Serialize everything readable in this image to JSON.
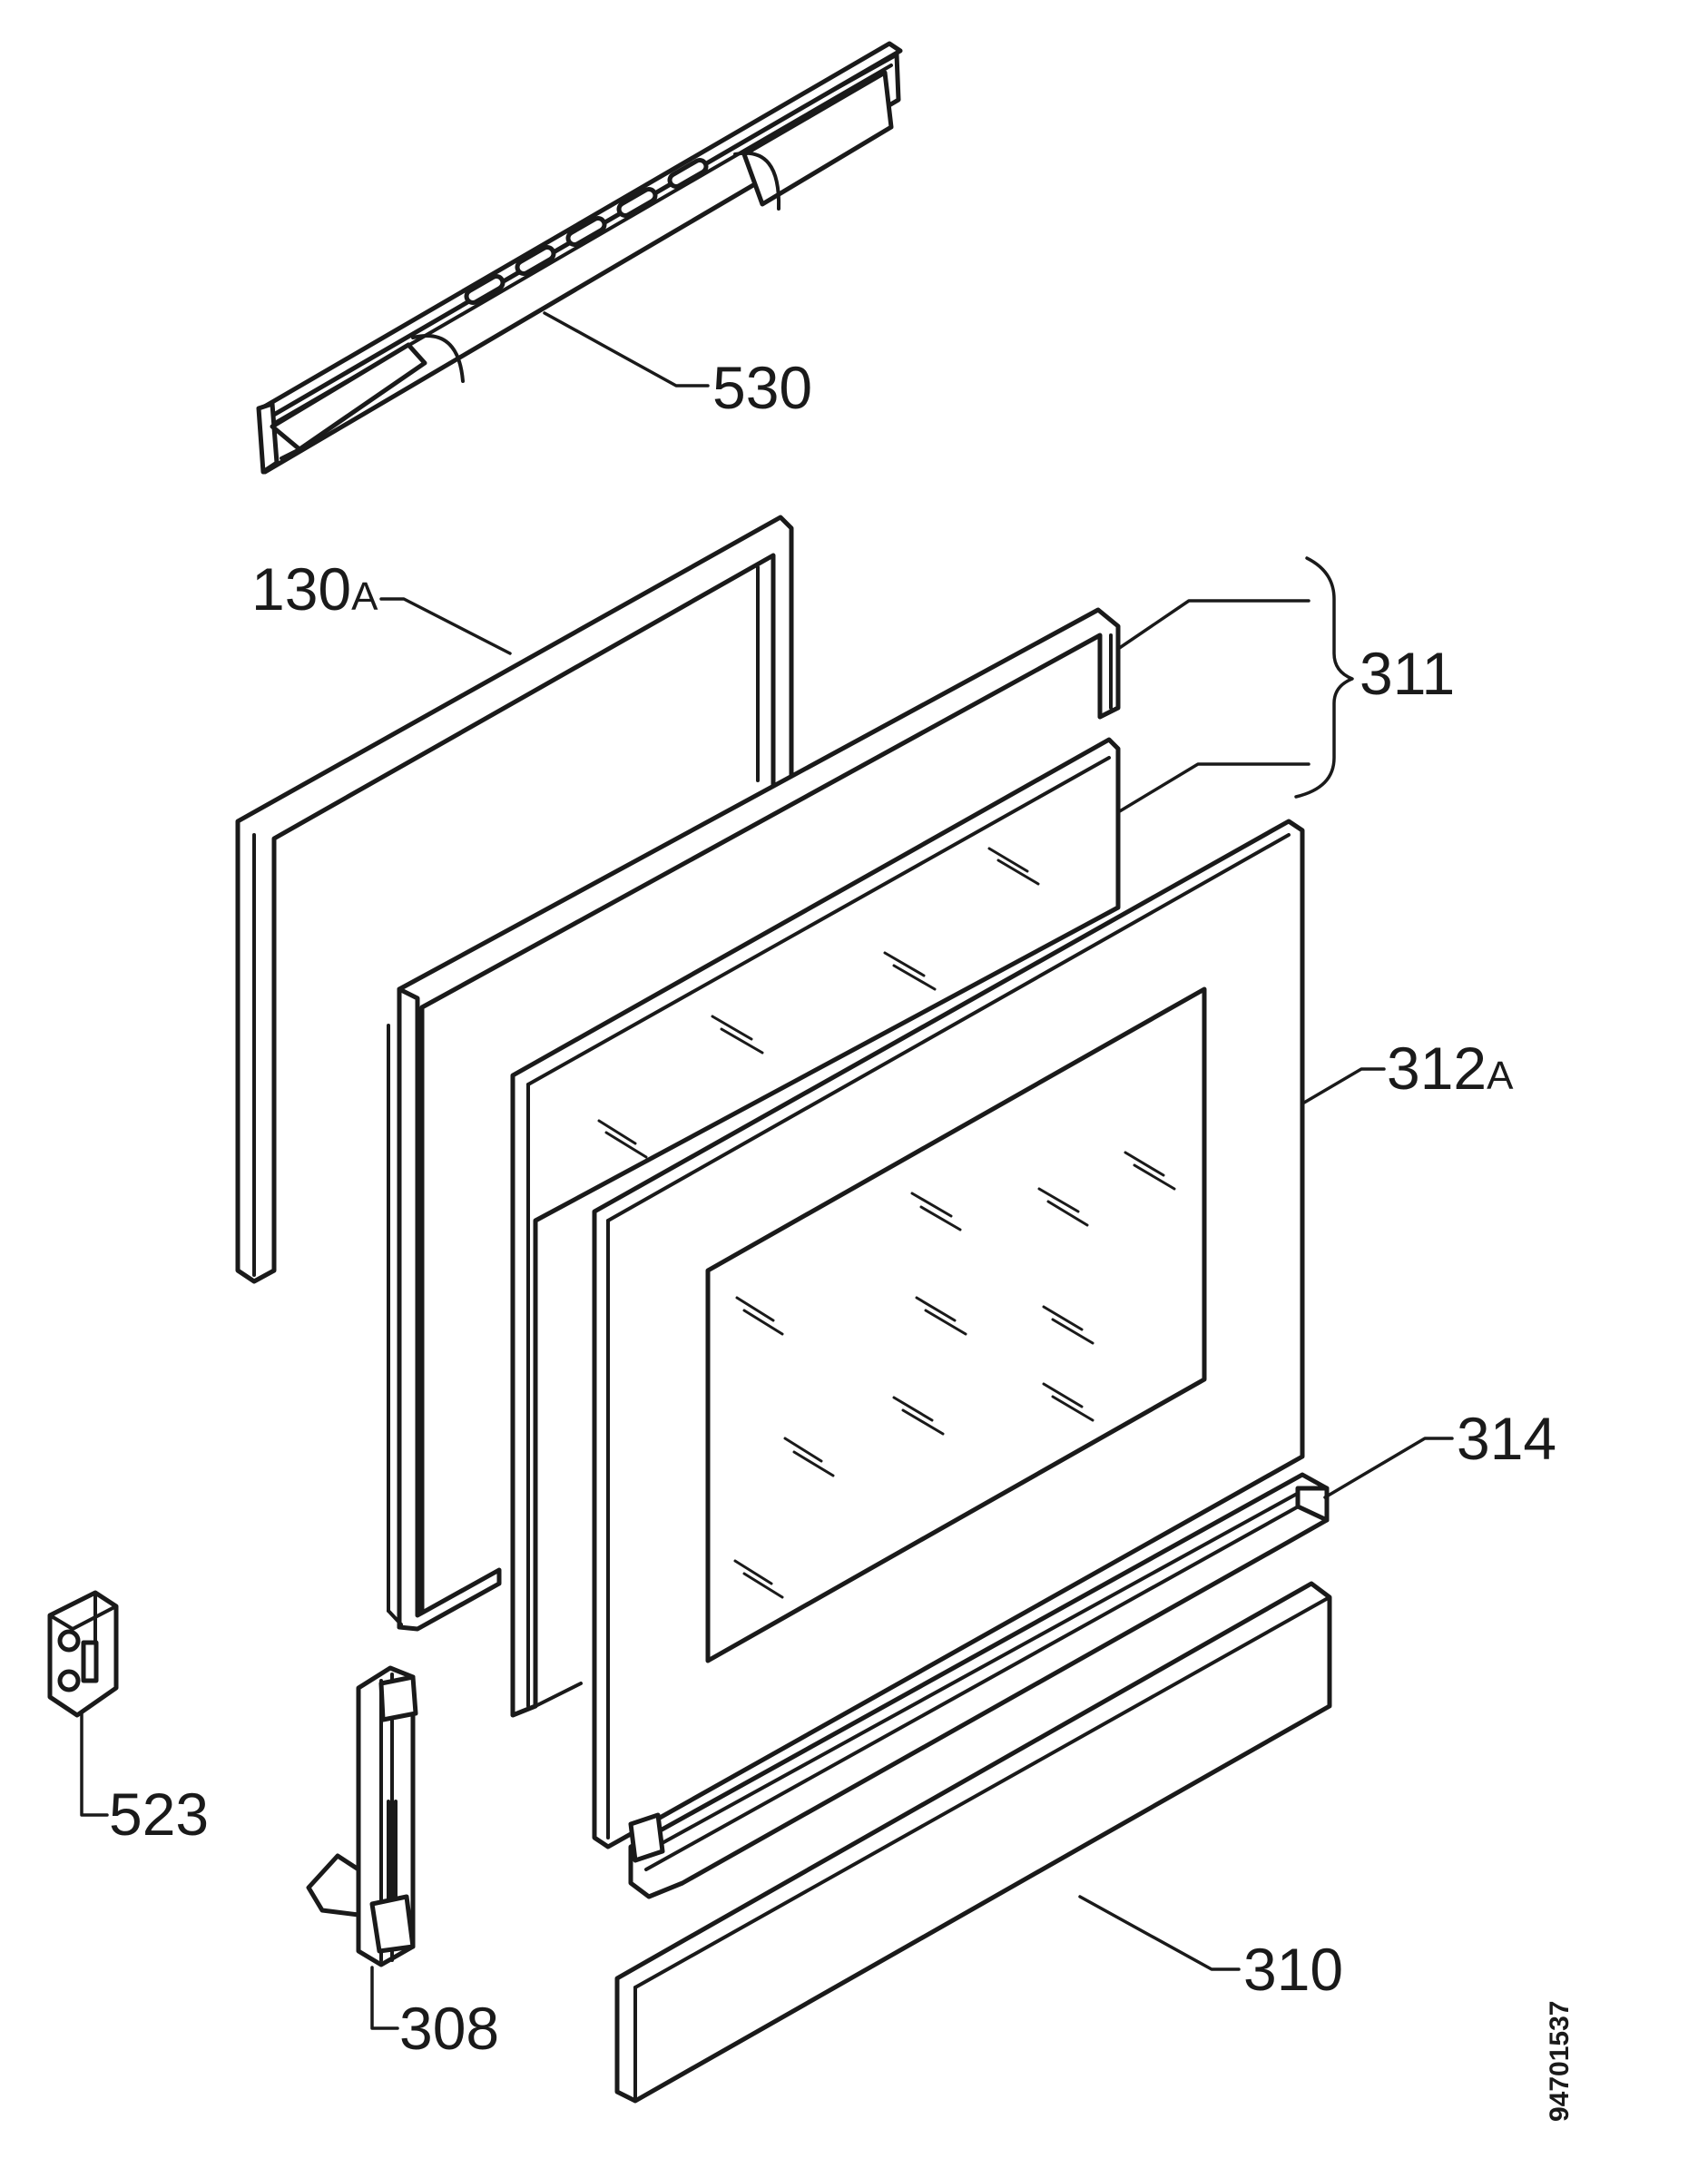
{
  "callouts": {
    "c530": "530",
    "c130": {
      "num": "130",
      "suffix": "A"
    },
    "c311": "311",
    "c312": {
      "num": "312",
      "suffix": "A"
    },
    "c314": "314",
    "c523": "523",
    "c308": "308",
    "c310": "310"
  },
  "document_number": "94701537"
}
